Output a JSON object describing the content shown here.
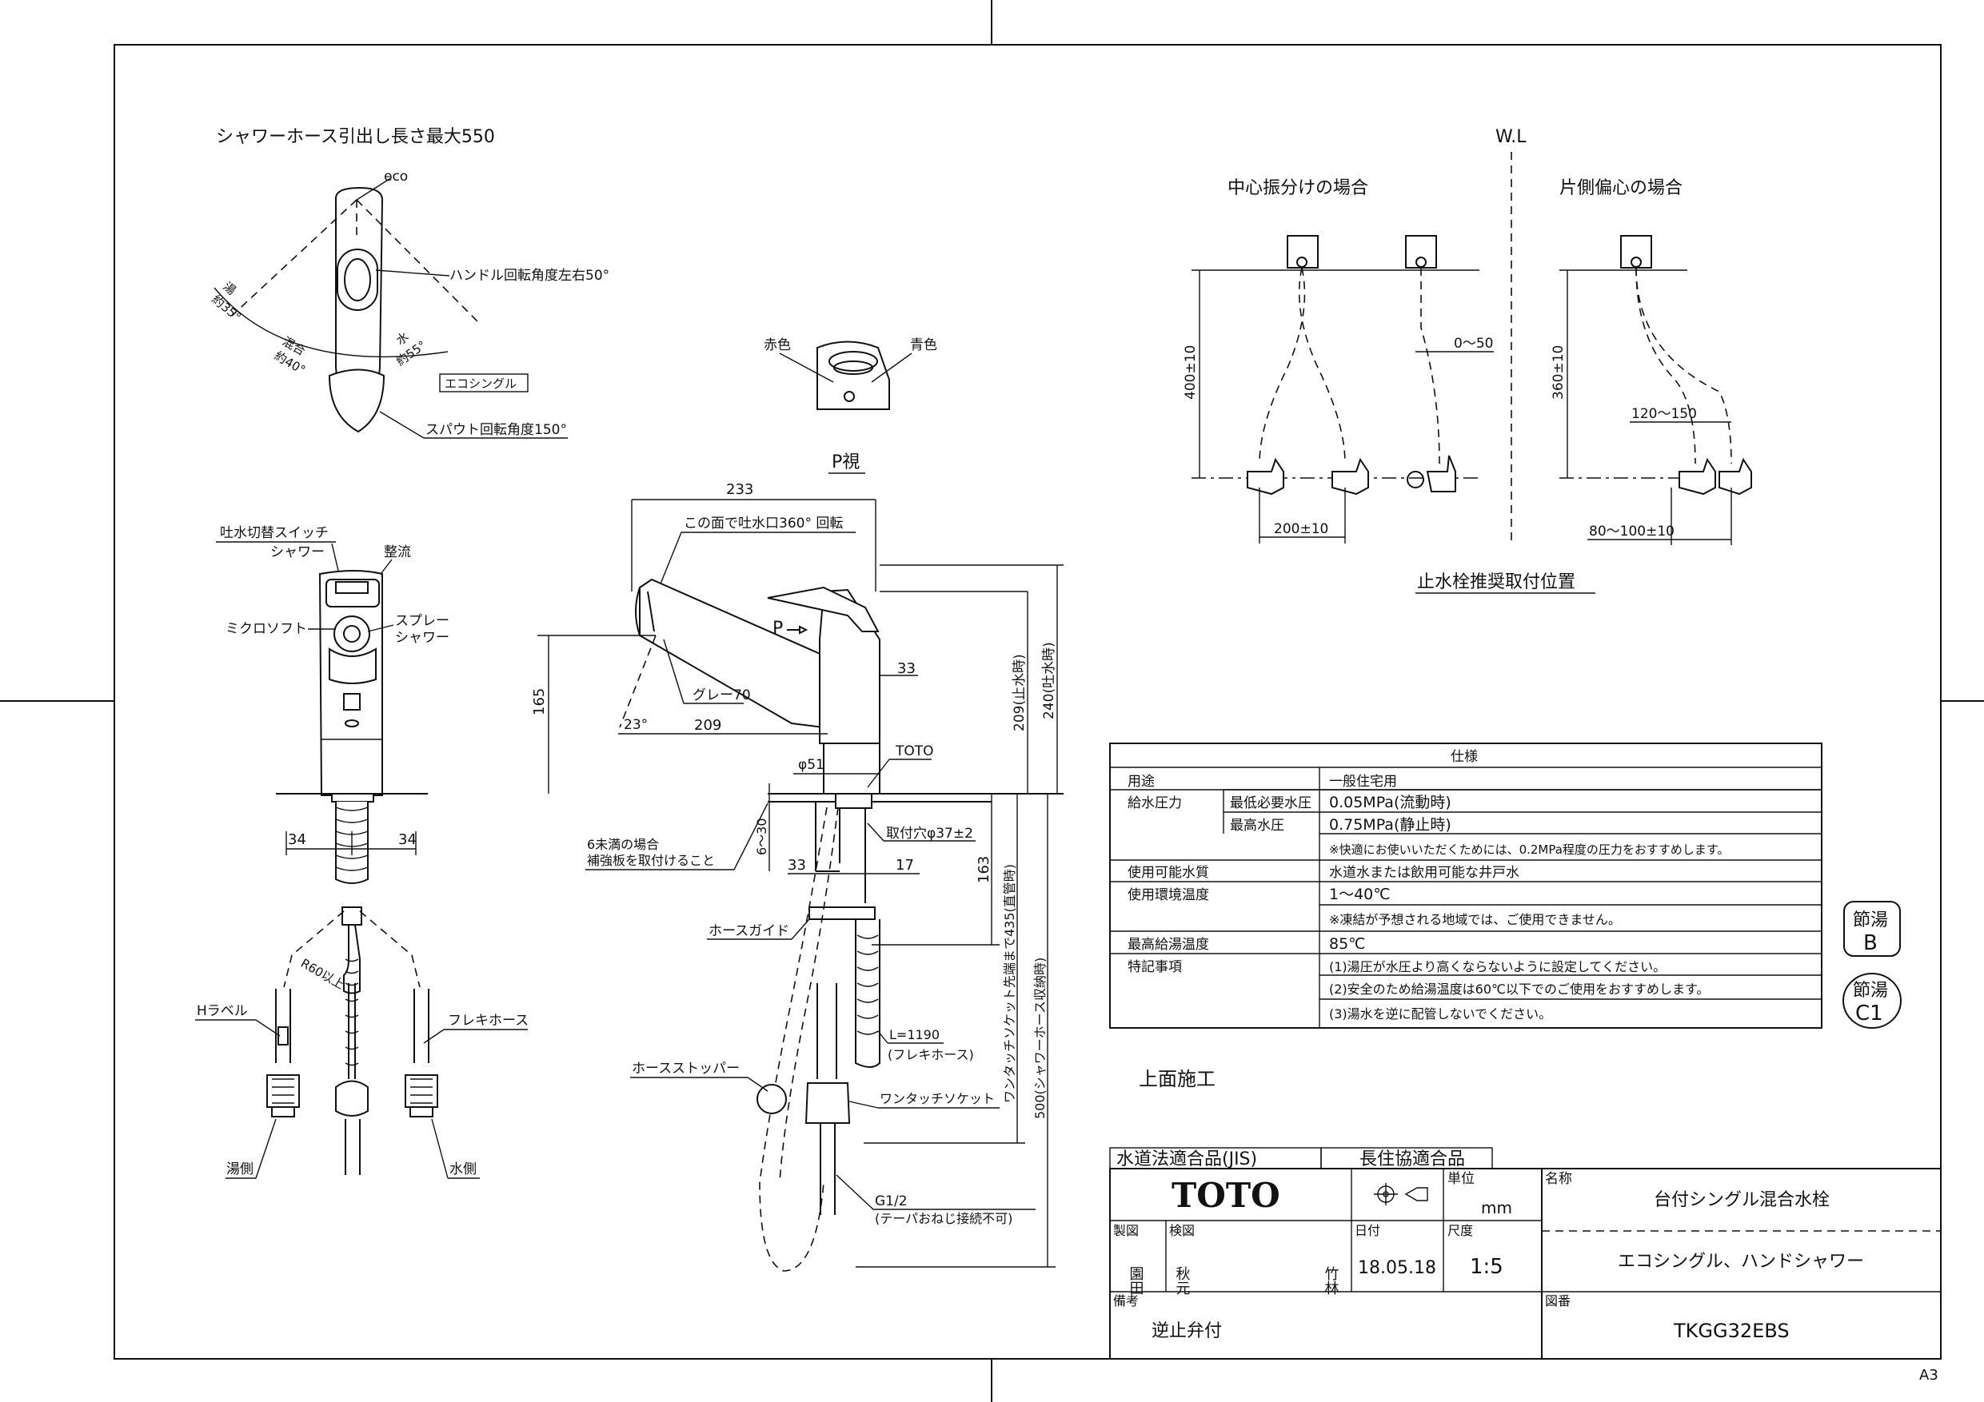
{
  "sheet": {
    "size": "A3"
  },
  "top_view": {
    "hose_length": "シャワーホース引出し長さ最大550",
    "eco": "eco",
    "handle_angle": "ハンドル回転角度左右50°",
    "hot_left": "湯",
    "hot_left2": "約35°",
    "mix": "混合",
    "mix2": "約40°",
    "water": "水",
    "water2": "約55°",
    "eco_single": "エコシングル",
    "spout_angle": "スパウト回転角度150°"
  },
  "p_view": {
    "red": "赤色",
    "blue": "青色",
    "label": "P視"
  },
  "front_view": {
    "switch": "吐水切替スイッチ",
    "shower": "シャワー",
    "laminar": "整流",
    "microsoft": "ミクロソフト",
    "spray": "スプレー",
    "spray2": "シャワー",
    "dim_34a": "34",
    "dim_34b": "34",
    "r60": "R60以上",
    "h_label": "Hラベル",
    "flexi": "フレキホース",
    "hot_side": "湯側",
    "water_side": "水側"
  },
  "side_view": {
    "dim_233": "233",
    "rotate": "この面で吐水口360° 回転",
    "p_arrow": "P",
    "dim_33a": "33",
    "gray": "グレー70",
    "dim_165": "165",
    "angle_23": "23°",
    "dim_209": "209",
    "dim_209v": "209(止水時)",
    "dim_240v": "240(吐水時)",
    "toto_mark": "TOTO",
    "phi51": "φ51",
    "hole": "取付穴φ37±2",
    "reinforce1": "6未満の場合",
    "reinforce2": "補強板を取付けること",
    "dim_6_30": "6〜30",
    "dim_33b": "33",
    "dim_17": "17",
    "dim_163": "163",
    "hose_guide": "ホースガイド",
    "dim_435": "ワンタッチソケット先端まで435(直管時)",
    "dim_500": "500(シャワーホース収納時)",
    "l1190": "L=1190",
    "l1190b": "(フレキホース)",
    "stopper": "ホースストッパー",
    "socket": "ワンタッチソケット",
    "g12": "G1/2",
    "g12b": "(テーパおねじ接続不可)"
  },
  "valve_layout": {
    "wl": "W.L",
    "center": "中心振分けの場合",
    "one_side": "片側偏心の場合",
    "dim_400": "400±10",
    "dim_0_50": "0〜50",
    "dim_360": "360±10",
    "dim_120_150": "120〜150",
    "dim_200": "200±10",
    "dim_80_100": "80〜100±10",
    "caption": "止水栓推奨取付位置"
  },
  "spec": {
    "title": "仕様",
    "rows": [
      {
        "k1": "用途",
        "k2": "",
        "v": "一般住宅用"
      },
      {
        "k1": "給水圧力",
        "k2": "最低必要水圧",
        "v": "0.05MPa(流動時)"
      },
      {
        "k1": "",
        "k2": "最高水圧",
        "v": "0.75MPa(静止時)"
      },
      {
        "k1": "",
        "k2": "",
        "v": "※快適にお使いいただくためには、0.2MPa程度の圧力をおすすめします。"
      },
      {
        "k1": "使用可能水質",
        "k2": "",
        "v": "水道水または飲用可能な井戸水"
      },
      {
        "k1": "使用環境温度",
        "k2": "",
        "v": "1〜40℃"
      },
      {
        "k1": "",
        "k2": "",
        "v": "※凍結が予想される地域では、ご使用できません。"
      },
      {
        "k1": "最高給湯温度",
        "k2": "",
        "v": "85℃"
      },
      {
        "k1": "特記事項",
        "k2": "",
        "v": "(1)湯圧が水圧より高くならないように設定してください。"
      },
      {
        "k1": "",
        "k2": "",
        "v": "(2)安全のため給湯温度は60℃以下でのご使用をおすすめします。"
      },
      {
        "k1": "",
        "k2": "",
        "v": "(3)湯水を逆に配管しないでください。"
      }
    ]
  },
  "badges": {
    "b1_top": "節湯",
    "b1_bot": "B",
    "b2_top": "節湯",
    "b2_bot": "C1"
  },
  "install": "上面施工",
  "title_block": {
    "jis": "水道法適合品(JIS)",
    "chouju": "長住協適合品",
    "brand": "TOTO",
    "unit_label": "単位",
    "unit": "mm",
    "name_label": "名称",
    "name1": "台付シングル混合水栓",
    "name2": "エコシングル、ハンドシャワー",
    "drawn_label": "製図",
    "drawn": "園田",
    "check_label": "検図",
    "check": "秋元",
    "approve": "竹林",
    "date_label": "日付",
    "date": "18.05.18",
    "scale_label": "尺度",
    "scale": "1:5",
    "remark_label": "備考",
    "remark": "逆止弁付",
    "dwg_label": "図番",
    "dwg": "TKGG32EBS"
  }
}
